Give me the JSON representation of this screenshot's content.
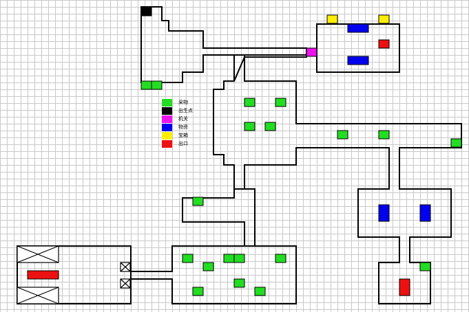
{
  "colors": {
    "wall": "#000000",
    "grid": "#c8c8c8",
    "resource": "#22dd22",
    "spawn": "#000000",
    "mechanism": "#ee11ee",
    "material": "#0000ee",
    "treasure": "#ffee00",
    "exit": "#ee1111"
  },
  "legend": [
    {
      "key": "resource",
      "label": "采物",
      "color": "#22dd22"
    },
    {
      "key": "spawn",
      "label": "出生点",
      "color": "#000000"
    },
    {
      "key": "mechanism",
      "label": "机关",
      "color": "#ee11ee"
    },
    {
      "key": "material",
      "label": "物资",
      "color": "#0000ee"
    },
    {
      "key": "treasure",
      "label": "宝箱",
      "color": "#ffee00"
    },
    {
      "key": "exit",
      "label": "出口",
      "color": "#ee1111"
    }
  ]
}
